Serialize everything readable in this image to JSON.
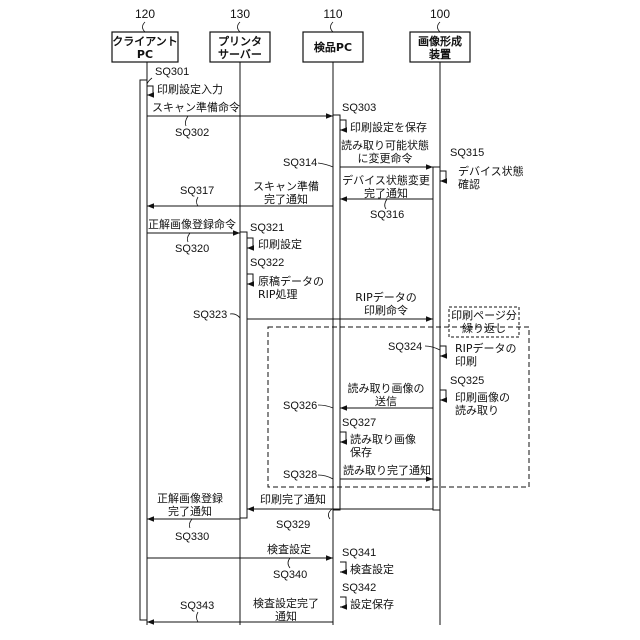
{
  "participants": [
    {
      "id": "client",
      "num": "120",
      "lines": [
        "クライアント",
        "PC"
      ]
    },
    {
      "id": "printserver",
      "num": "130",
      "lines": [
        "プリンタ",
        "サーバー"
      ]
    },
    {
      "id": "inspection",
      "num": "110",
      "lines": [
        "検品PC"
      ]
    },
    {
      "id": "imageformer",
      "num": "100",
      "lines": [
        "画像形成",
        "装置"
      ]
    }
  ],
  "steps": {
    "sq301": {
      "ref": "SQ301",
      "lines": [
        "印刷設定入力"
      ]
    },
    "sq302": {
      "ref": "SQ302",
      "lines": [
        "スキャン準備命令"
      ]
    },
    "sq303": {
      "ref": "SQ303",
      "lines": [
        "印刷設定を保存"
      ]
    },
    "sq314": {
      "ref": "SQ314",
      "lines": [
        "読み取り可能状態",
        "に変更命令"
      ]
    },
    "sq315": {
      "ref": "SQ315",
      "lines": [
        "デバイス状態",
        "確認"
      ]
    },
    "sq316": {
      "ref": "SQ316",
      "lines": [
        "デバイス状態変更",
        "完了通知"
      ]
    },
    "sq317": {
      "ref": "SQ317",
      "lines": [
        "スキャン準備",
        "完了通知"
      ]
    },
    "sq320": {
      "ref": "SQ320",
      "lines": [
        "正解画像登録命令"
      ]
    },
    "sq321": {
      "ref": "SQ321",
      "lines": [
        "印刷設定"
      ]
    },
    "sq322": {
      "ref": "SQ322",
      "lines": [
        "原稿データの",
        "RIP処理"
      ]
    },
    "sq323": {
      "ref": "SQ323",
      "lines": [
        "RIPデータの",
        "印刷命令"
      ]
    },
    "sq324": {
      "ref": "SQ324",
      "lines": [
        "RIPデータの",
        "印刷"
      ]
    },
    "sq325": {
      "ref": "SQ325",
      "lines": [
        "印刷画像の",
        "読み取り"
      ]
    },
    "sq326": {
      "ref": "SQ326",
      "lines": [
        "読み取り画像の",
        "送信"
      ]
    },
    "sq327": {
      "ref": "SQ327",
      "lines": [
        "読み取り画像",
        "保存"
      ]
    },
    "sq328": {
      "ref": "SQ328",
      "lines": [
        "読み取り完了通知"
      ]
    },
    "sq329": {
      "ref": "SQ329",
      "lines": [
        "印刷完了通知"
      ]
    },
    "sq330": {
      "ref": "SQ330",
      "lines": [
        "正解画像登録",
        "完了通知"
      ]
    },
    "sq340": {
      "ref": "SQ340",
      "lines": [
        "検査設定"
      ]
    },
    "sq341": {
      "ref": "SQ341",
      "lines": [
        "検査設定"
      ]
    },
    "sq342": {
      "ref": "SQ342",
      "lines": [
        "設定保存"
      ]
    },
    "sq343": {
      "ref": "SQ343",
      "lines": [
        "検査設定完了",
        "通知"
      ]
    }
  },
  "loop_note": {
    "lines": [
      "印刷ページ分",
      "繰り返し"
    ]
  }
}
